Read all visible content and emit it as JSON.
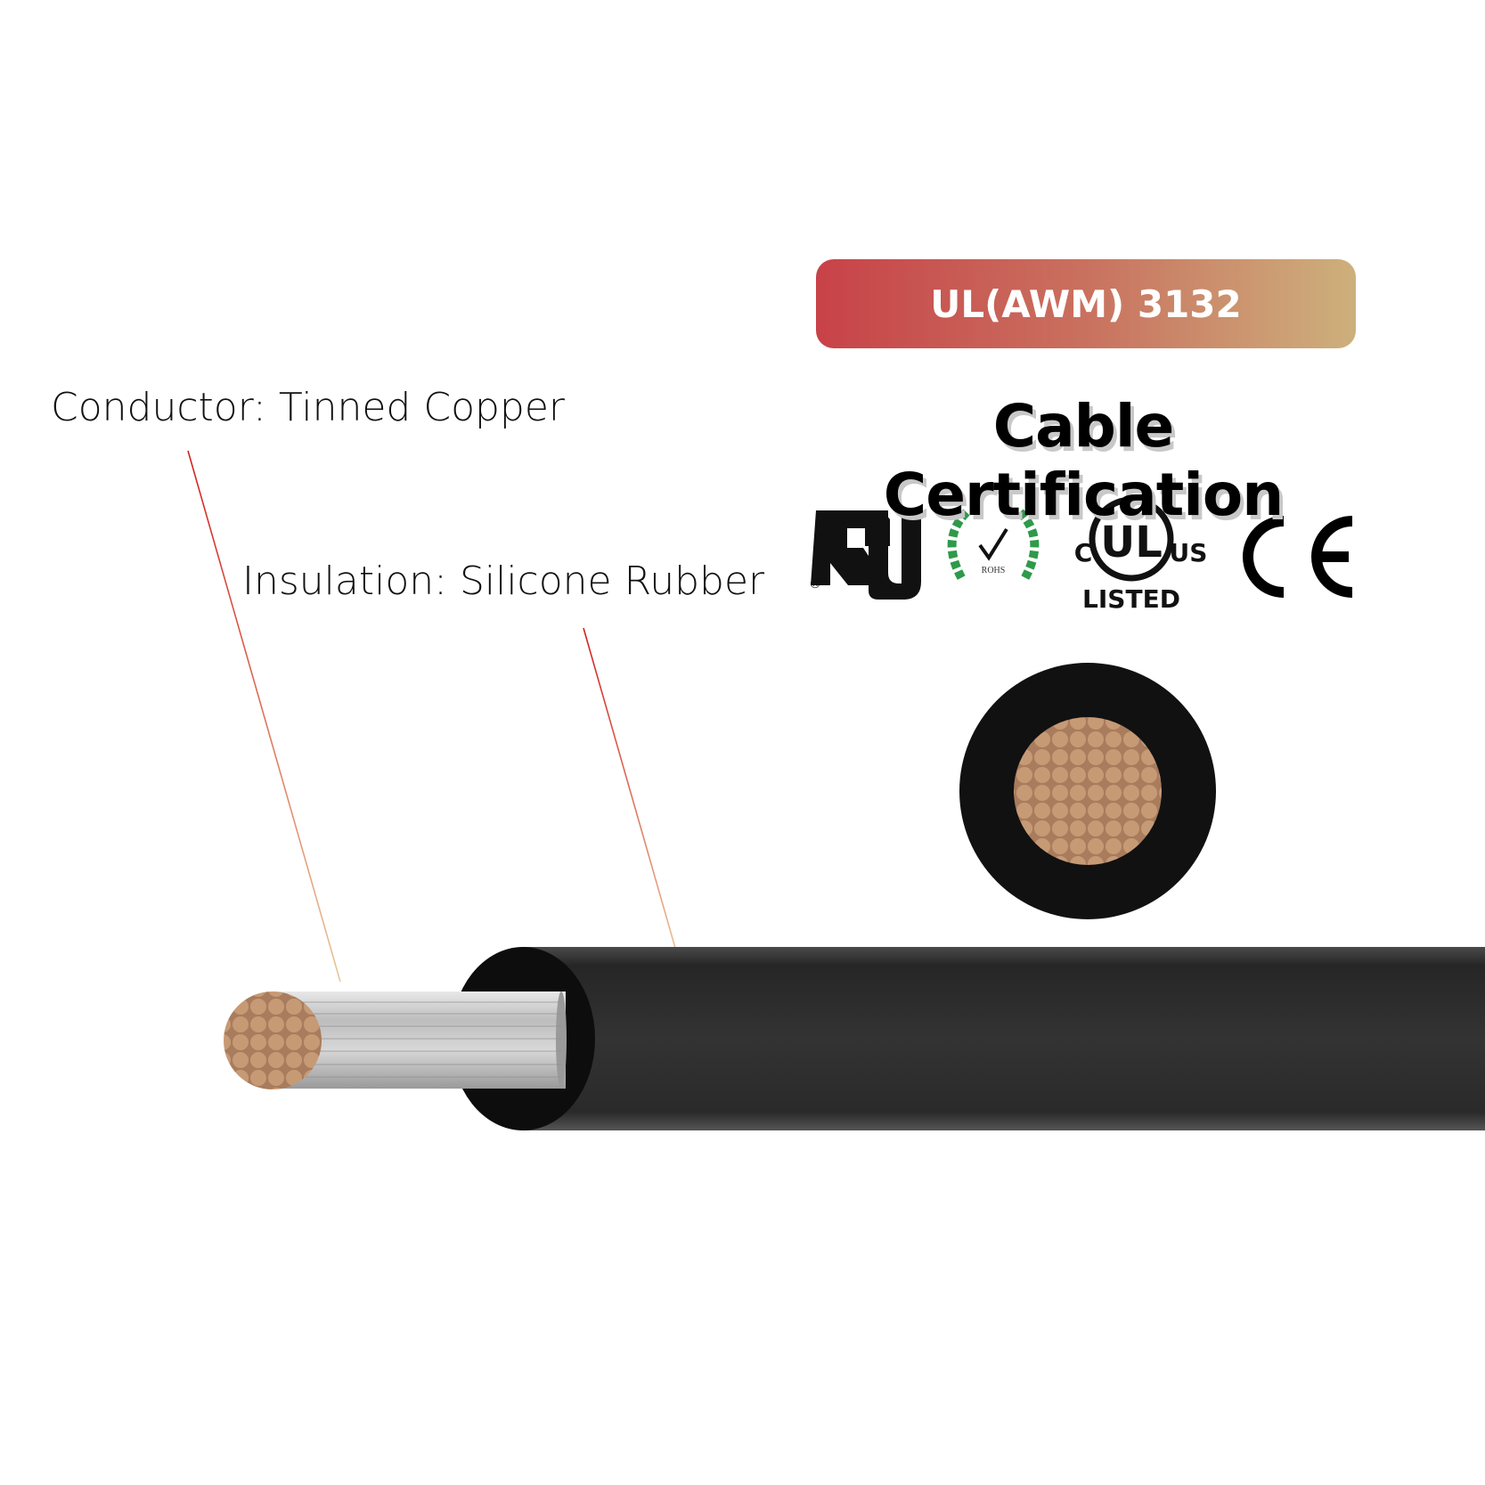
{
  "badge": {
    "text": "UL(AWM) 3132"
  },
  "certification": {
    "title": "Cable Certification",
    "logos": [
      {
        "name": "UR recognized",
        "text": "®"
      },
      {
        "name": "RoHS",
        "text": "ROHS"
      },
      {
        "name": "cULus listed",
        "c": "C",
        "ul": "UL",
        "us": "US",
        "listed": "LISTED"
      },
      {
        "name": "CE",
        "text": "CE"
      }
    ]
  },
  "labels": {
    "conductor": "Conductor:  Tinned Copper",
    "insulation": "Insulation: Silicone Rubber"
  },
  "colors": {
    "badge_start": "#c84248",
    "badge_end": "#cdb07c",
    "copper": "#c0906a",
    "jacket": "#2b2b2b",
    "leader": "#d22"
  }
}
